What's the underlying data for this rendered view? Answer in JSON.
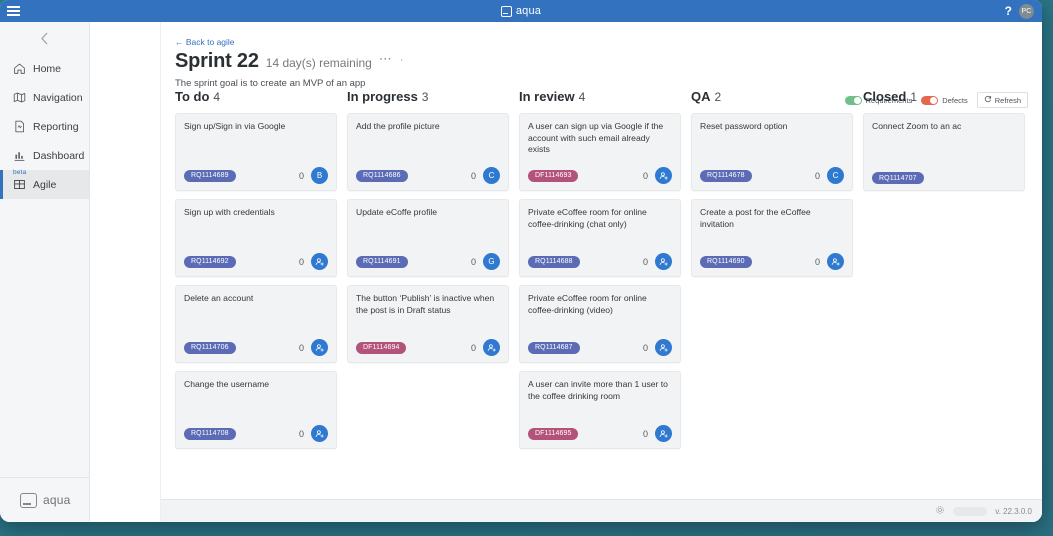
{
  "topbar": {
    "menu_icon": "hamburger-icon",
    "app_title": "aqua",
    "logo_icon": "aqua-logo-icon",
    "help_icon": "?",
    "avatar_initials": "PC"
  },
  "sidebar": {
    "collapse_icon": "chevron-left-icon",
    "items": [
      {
        "label": "Home",
        "icon": "home-icon",
        "active": false,
        "tag": ""
      },
      {
        "label": "Navigation",
        "icon": "map-icon",
        "active": false,
        "tag": ""
      },
      {
        "label": "Reporting",
        "icon": "document-icon",
        "active": false,
        "tag": ""
      },
      {
        "label": "Dashboard",
        "icon": "bar-chart-icon",
        "active": false,
        "tag": ""
      },
      {
        "label": "Agile",
        "icon": "grid-icon",
        "active": true,
        "tag": "beta"
      }
    ],
    "footer_brand": "aqua",
    "footer_icon": "aqua-logo-icon"
  },
  "header": {
    "back_link": "← Back to agile",
    "title": "Sprint 22",
    "remaining": "14 day(s) remaining",
    "more_icon": "ellipsis-icon",
    "extra_icon": "dot-icon",
    "goal": "The sprint goal is to create an MVP of an app"
  },
  "toolbar": {
    "requirements_label": "Requirements",
    "requirements_on": true,
    "requirements_color": "#6fc08a",
    "defects_label": "Defects",
    "defects_on": true,
    "defects_color": "#e4684f",
    "refresh_label": "Refresh",
    "refresh_icon": "refresh-icon"
  },
  "board": {
    "columns": [
      {
        "name": "To do",
        "count": "4",
        "cards": [
          {
            "title": "Sign up/Sign in via Google",
            "badge": "RQ1114689",
            "badge_type": "rq",
            "count": "0",
            "avatar": "B",
            "avatar_type": "initial",
            "height": 78
          },
          {
            "title": "Sign up with credentials",
            "badge": "RQ1114692",
            "badge_type": "rq",
            "count": "0",
            "avatar": "",
            "avatar_type": "add-user-icon",
            "height": 78
          },
          {
            "title": "Delete an account",
            "badge": "RQ1114706",
            "badge_type": "rq",
            "count": "0",
            "avatar": "",
            "avatar_type": "add-user-icon",
            "height": 78
          },
          {
            "title": "Change the username",
            "badge": "RQ1114708",
            "badge_type": "rq",
            "count": "0",
            "avatar": "",
            "avatar_type": "add-user-icon",
            "height": 78
          }
        ]
      },
      {
        "name": "In progress",
        "count": "3",
        "cards": [
          {
            "title": "Add the profile picture",
            "badge": "RQ1114686",
            "badge_type": "rq",
            "count": "0",
            "avatar": "C",
            "avatar_type": "initial",
            "height": 78
          },
          {
            "title": "Update eCoffe profile",
            "badge": "RQ1114691",
            "badge_type": "rq",
            "count": "0",
            "avatar": "G",
            "avatar_type": "initial",
            "height": 78
          },
          {
            "title": "The button ‘Publish’ is inactive when the post is in Draft status",
            "badge": "DF1114694",
            "badge_type": "df",
            "count": "0",
            "avatar": "",
            "avatar_type": "add-user-icon",
            "height": 78
          }
        ]
      },
      {
        "name": "In review",
        "count": "4",
        "cards": [
          {
            "title": "A user can sign up via Google if the account with such email already exists",
            "badge": "DF1114693",
            "badge_type": "df",
            "count": "0",
            "avatar": "",
            "avatar_type": "add-user-icon",
            "height": 78
          },
          {
            "title": "Private eCoffee room for online coffee-drinking (chat only)",
            "badge": "RQ1114688",
            "badge_type": "rq",
            "count": "0",
            "avatar": "",
            "avatar_type": "add-user-icon",
            "height": 78
          },
          {
            "title": "Private eCoffee room for online coffee-drinking (video)",
            "badge": "RQ1114687",
            "badge_type": "rq",
            "count": "0",
            "avatar": "",
            "avatar_type": "add-user-icon",
            "height": 78
          },
          {
            "title": "A user can invite more than 1 user to the coffee drinking room",
            "badge": "DF1114695",
            "badge_type": "df",
            "count": "0",
            "avatar": "",
            "avatar_type": "add-user-icon",
            "height": 78
          }
        ]
      },
      {
        "name": "QA",
        "count": "2",
        "cards": [
          {
            "title": "Reset password option",
            "badge": "RQ1114678",
            "badge_type": "rq",
            "count": "0",
            "avatar": "C",
            "avatar_type": "initial",
            "height": 78
          },
          {
            "title": "Create a post for the eCoffee invitation",
            "badge": "RQ1114690",
            "badge_type": "rq",
            "count": "0",
            "avatar": "",
            "avatar_type": "add-user-icon",
            "height": 78
          }
        ]
      },
      {
        "name": "Closed",
        "count": "1",
        "cards": [
          {
            "title": "Connect Zoom to an ac",
            "badge": "RQ1114707",
            "badge_type": "rq",
            "count": "",
            "avatar": "",
            "avatar_type": "none",
            "height": 78
          }
        ]
      }
    ]
  },
  "statusbar": {
    "gear_icon": "gear-icon",
    "version": "v. 22.3.0.0"
  }
}
